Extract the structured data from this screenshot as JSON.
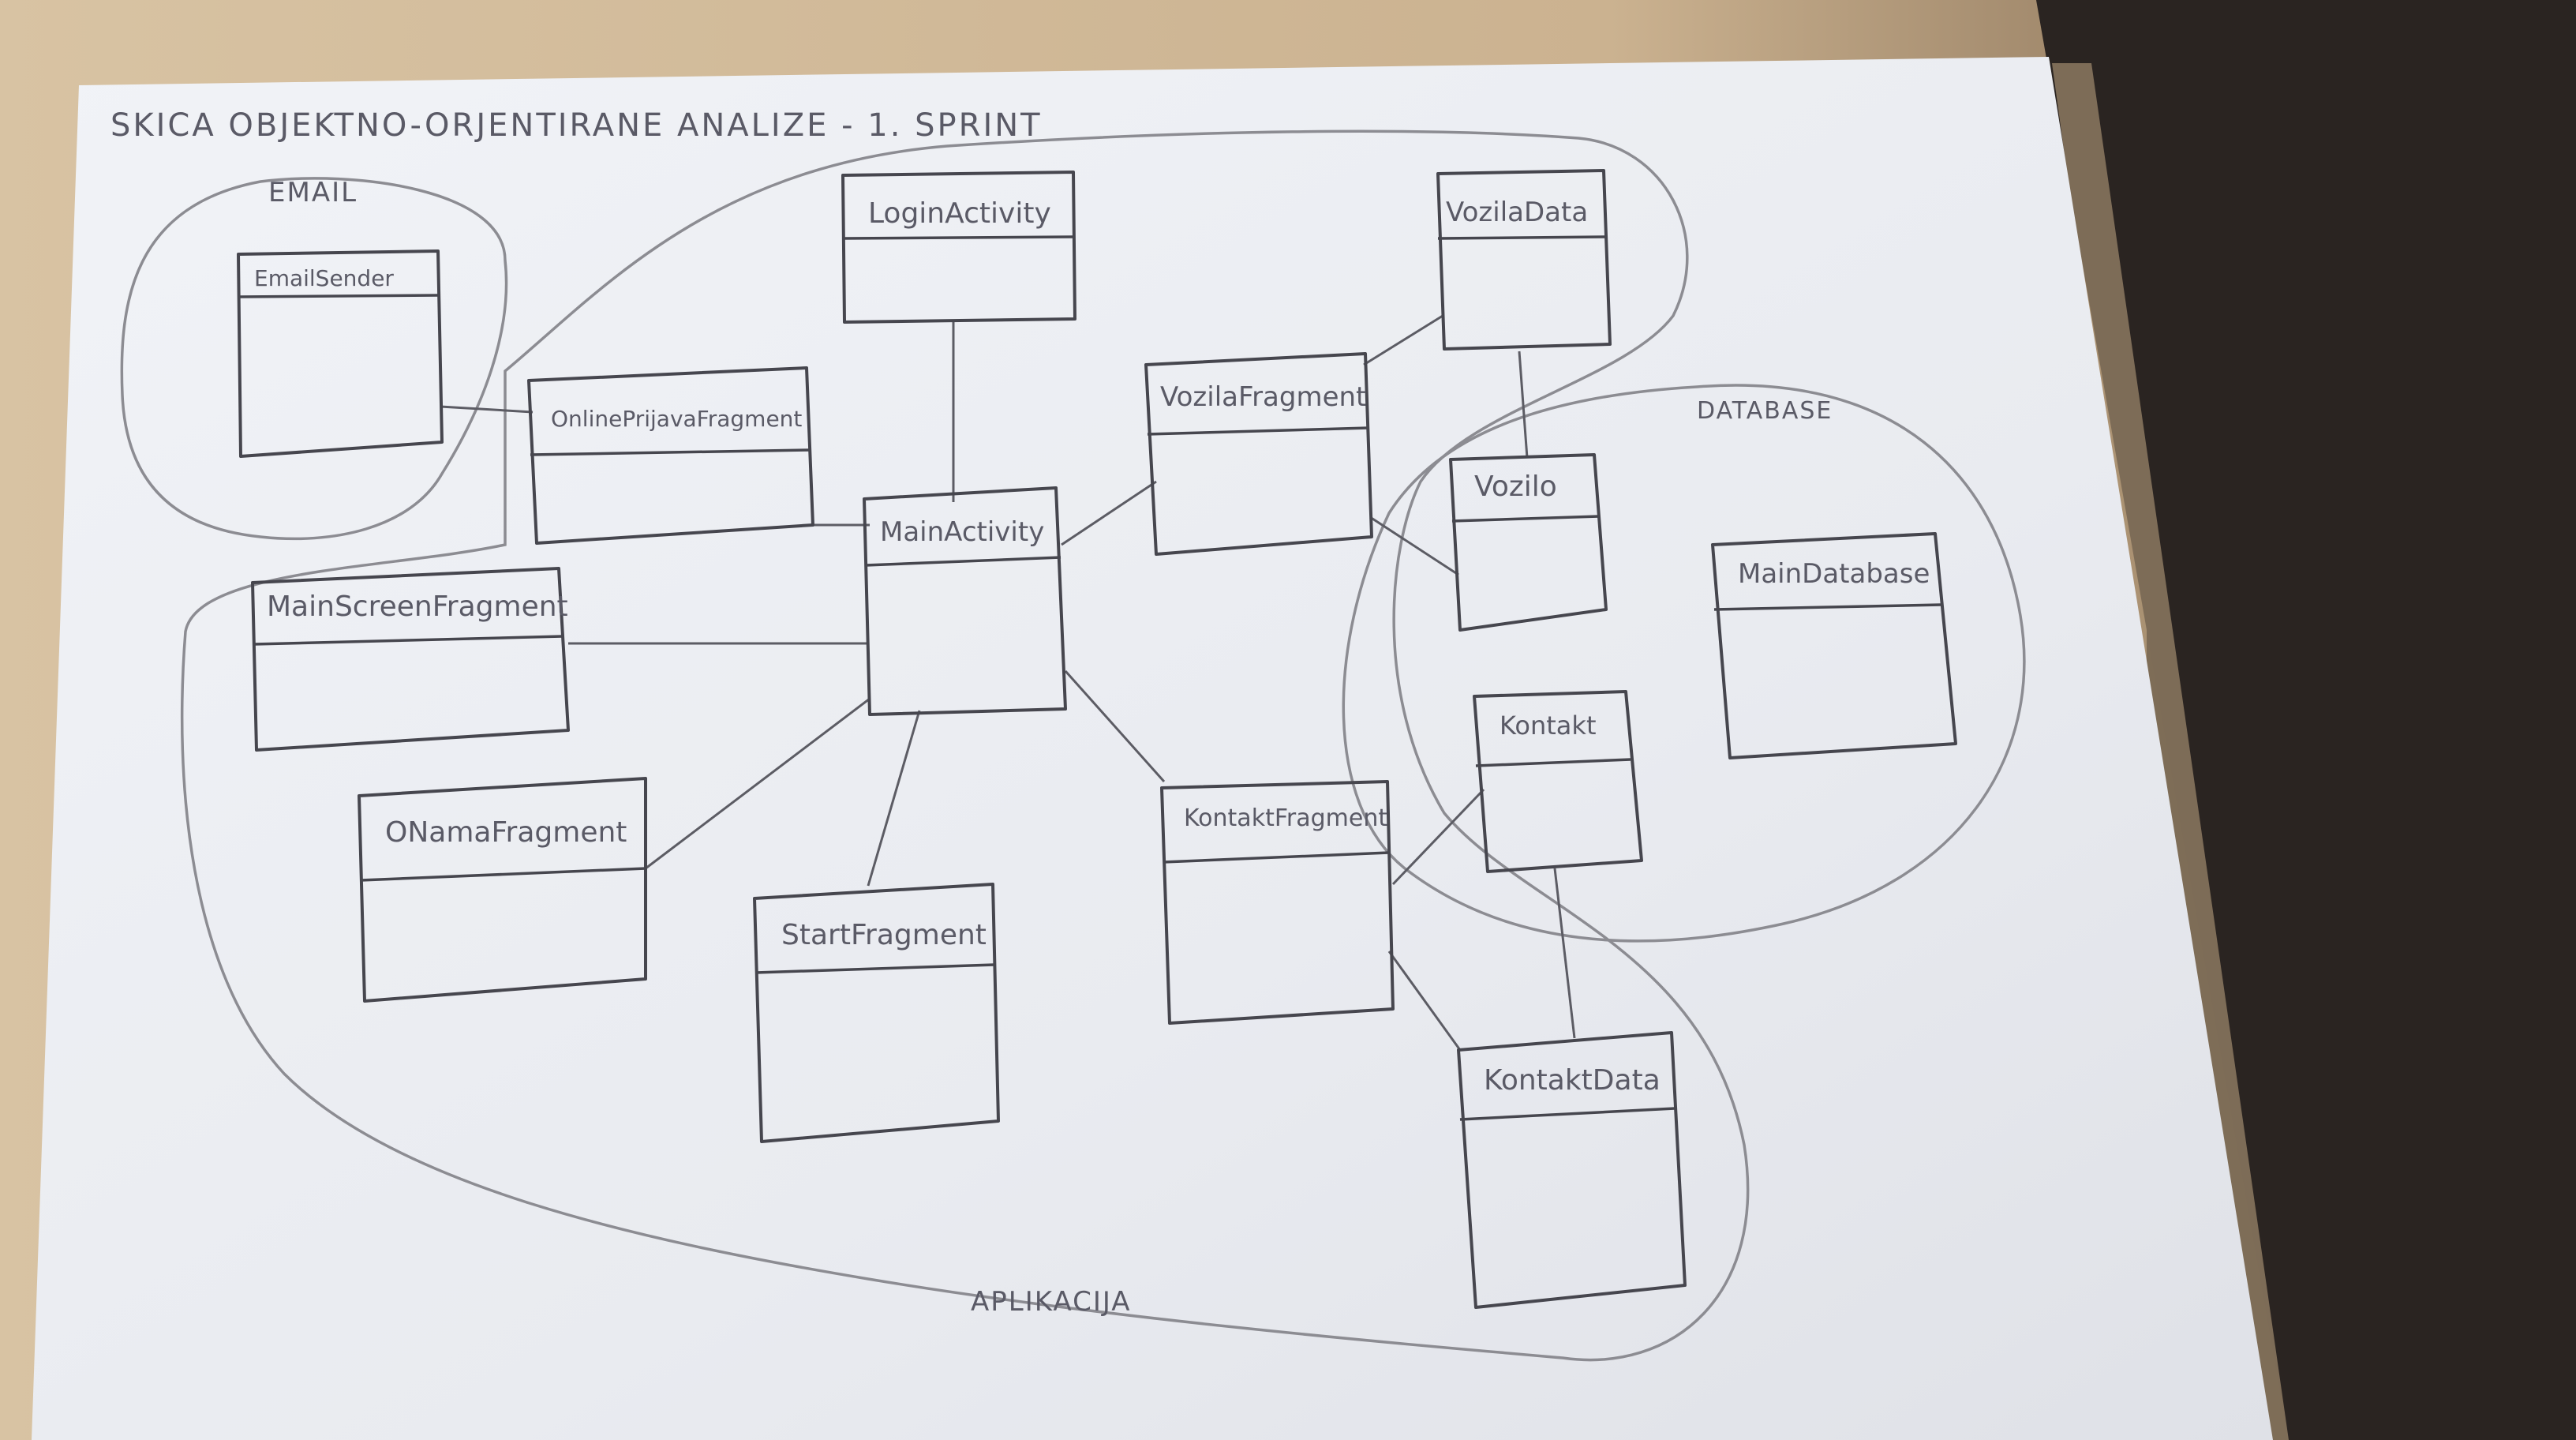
{
  "title": "SKICA OBJEKTNO-ORJENTIRANE ANALIZE - 1. SPRINT",
  "groups": {
    "email": "EMAIL",
    "database": "DATABASE",
    "app": "APLIKACIJA"
  },
  "classes": {
    "login_activity": "LoginActivity",
    "vozila_data": "VozilaData",
    "email_sender": "EmailSender",
    "online_prijava_fragment": "OnlinePrijavaFragment",
    "vozila_fragment": "VozilaFragment",
    "main_activity": "MainActivity",
    "vozilo": "Vozilo",
    "main_database": "MainDatabase",
    "main_screen_fragment": "MainScreenFragment",
    "kontakt": "Kontakt",
    "o_nama_fragment": "ONamaFragment",
    "kontakt_fragment": "KontaktFragment",
    "start_fragment": "StartFragment",
    "kontakt_data": "KontaktData"
  },
  "colors": {
    "paper": "#eef0f4",
    "desk": "#cdb592",
    "ink": "#46464e",
    "pencil": "#8c8c92"
  }
}
